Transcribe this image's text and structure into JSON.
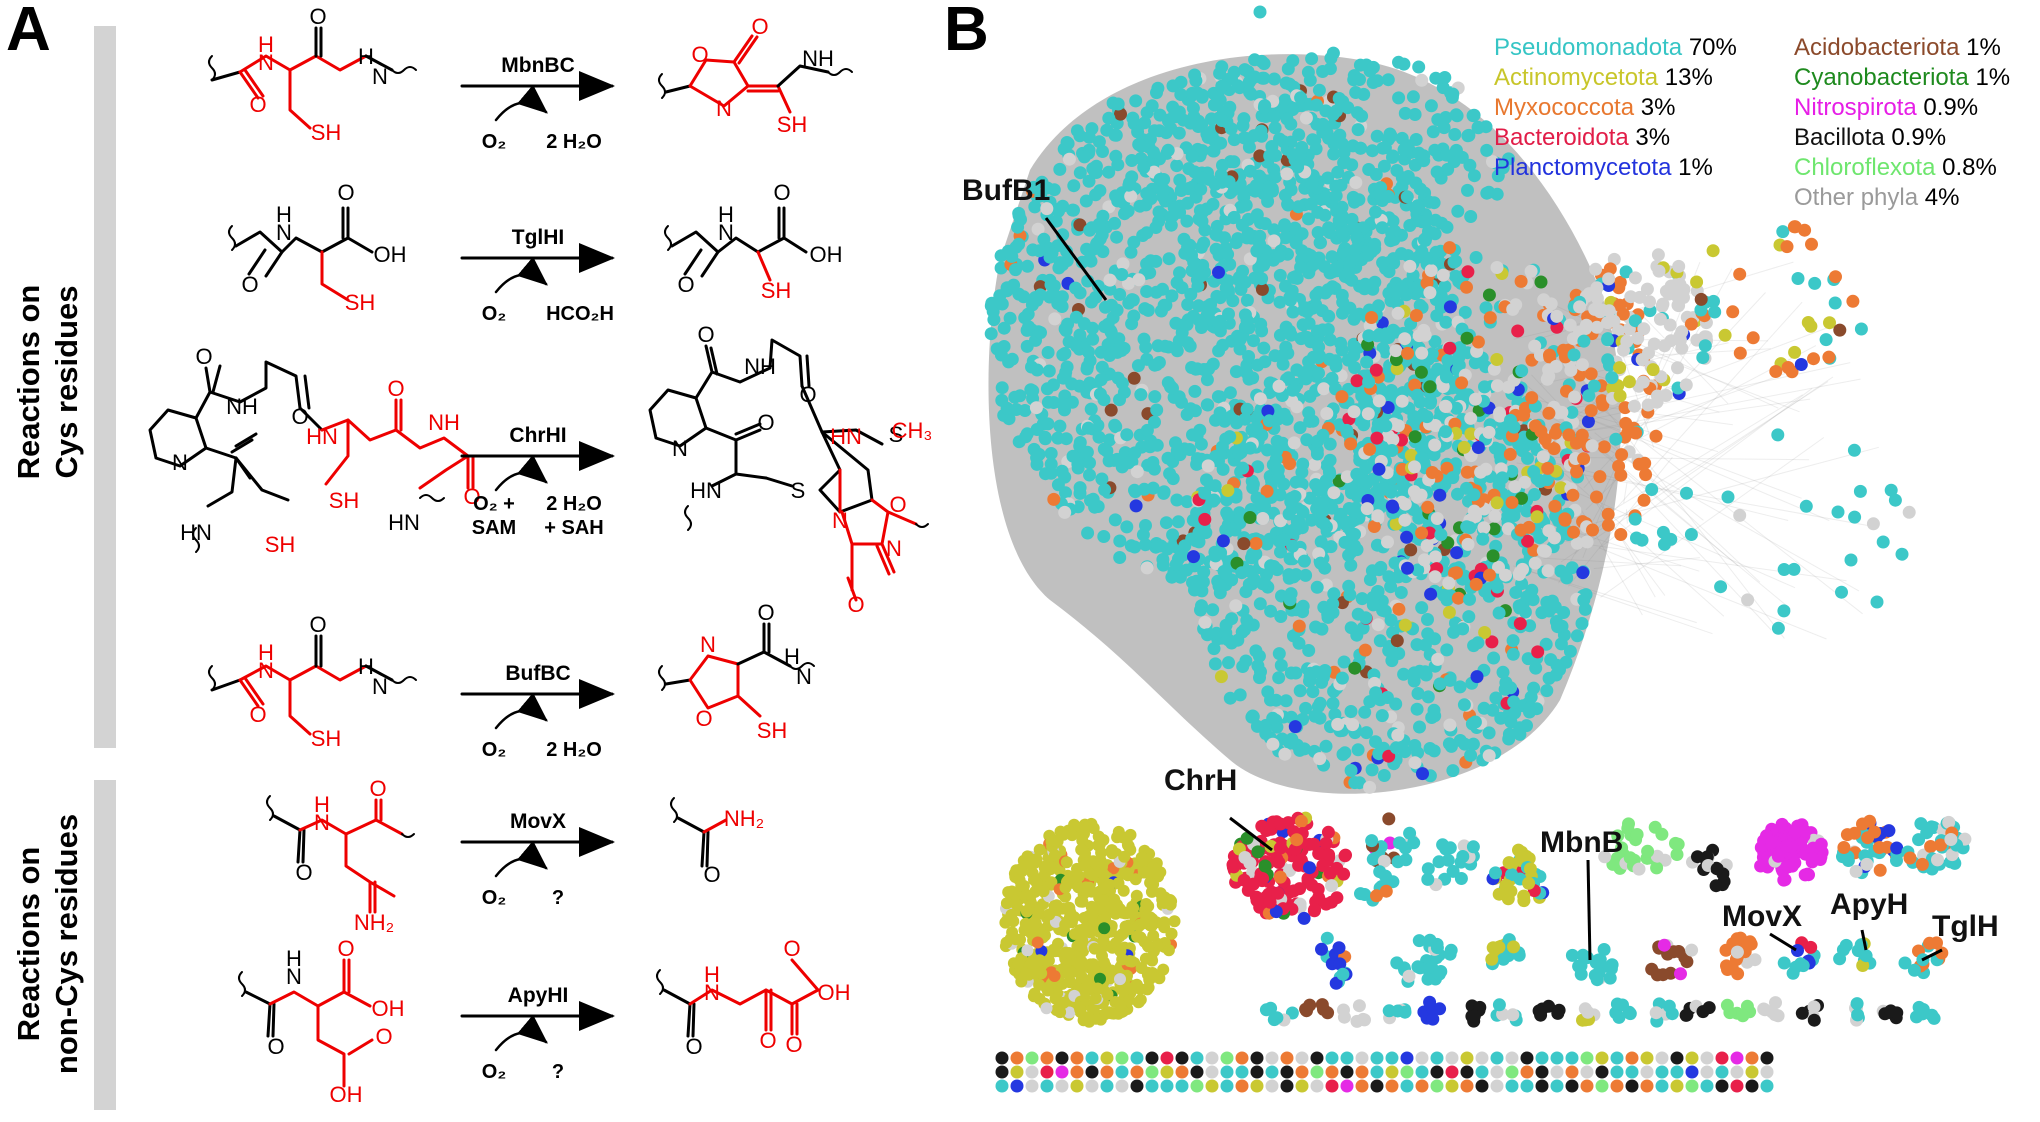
{
  "panel_a": {
    "letter": "A",
    "group_cys": {
      "line1": "Reactions on",
      "line2": "Cys residues"
    },
    "group_noncys": {
      "line1": "Reactions on",
      "line2": "non-Cys residues"
    },
    "reactions": [
      {
        "enzyme": "MbnBC",
        "cosub_left": "O₂",
        "cosub_right": "2 H₂O"
      },
      {
        "enzyme": "TglHI",
        "cosub_left": "O₂",
        "cosub_right": "HCO₂H"
      },
      {
        "enzyme": "ChrHI",
        "cosub_left": "O₂ +",
        "cosub_left2": "SAM",
        "cosub_right": "2 H₂O",
        "cosub_right2": "+ SAH"
      },
      {
        "enzyme": "BufBC",
        "cosub_left": "O₂",
        "cosub_right": "2 H₂O"
      },
      {
        "enzyme": "MovX",
        "cosub_left": "O₂",
        "cosub_right": "?"
      },
      {
        "enzyme": "ApyHI",
        "cosub_left": "O₂",
        "cosub_right": "?"
      }
    ],
    "atoms": {
      "H": "H",
      "N": "N",
      "O": "O",
      "OH": "OH",
      "SH": "SH",
      "S": "S",
      "HN": "HN",
      "NH": "NH",
      "NH2": "NH₂",
      "CH3": "CH₃"
    }
  },
  "panel_b": {
    "letter": "B",
    "legend": [
      {
        "name": "Pseudomonadota",
        "pct": "70%",
        "color": "#36c5c5"
      },
      {
        "name": "Actinomycetota",
        "pct": "13%",
        "color": "#c8c62a"
      },
      {
        "name": "Myxococcota",
        "pct": "3%",
        "color": "#e8782f"
      },
      {
        "name": "Bacteroidota",
        "pct": "3%",
        "color": "#e11d48"
      },
      {
        "name": "Planctomycetota",
        "pct": "1%",
        "color": "#2233dd"
      },
      {
        "name": "Acidobacteriota",
        "pct": "1%",
        "color": "#8b4a2b"
      },
      {
        "name": "Cyanobacteriota",
        "pct": "1%",
        "color": "#1e8a1e"
      },
      {
        "name": "Nitrospirota",
        "pct": "0.9%",
        "color": "#e61ee6"
      },
      {
        "name": "Bacillota",
        "pct": "0.9%",
        "color": "#111111"
      },
      {
        "name": "Chloroflexota",
        "pct": "0.8%",
        "color": "#6ee66e"
      },
      {
        "name": "Other phyla",
        "pct": "4%",
        "color": "#9a9a9a"
      }
    ],
    "cluster_labels": {
      "bufb1": "BufB1",
      "chrh": "ChrH",
      "mbnb": "MbnB",
      "movx": "MovX",
      "apyh": "ApyH",
      "tglh": "TglH"
    },
    "colors": {
      "cyan": "#3cc8c8",
      "yellow": "#c9c832",
      "orange": "#ed7a34",
      "red": "#e8204a",
      "blue": "#2438e0",
      "brown": "#8a4a2c",
      "green": "#2a8f2a",
      "magenta": "#e52ae5",
      "black": "#1a1a1a",
      "lightgreen": "#7fe87f",
      "grey": "#d2d2d2",
      "edge": "#8a8a8a"
    }
  }
}
